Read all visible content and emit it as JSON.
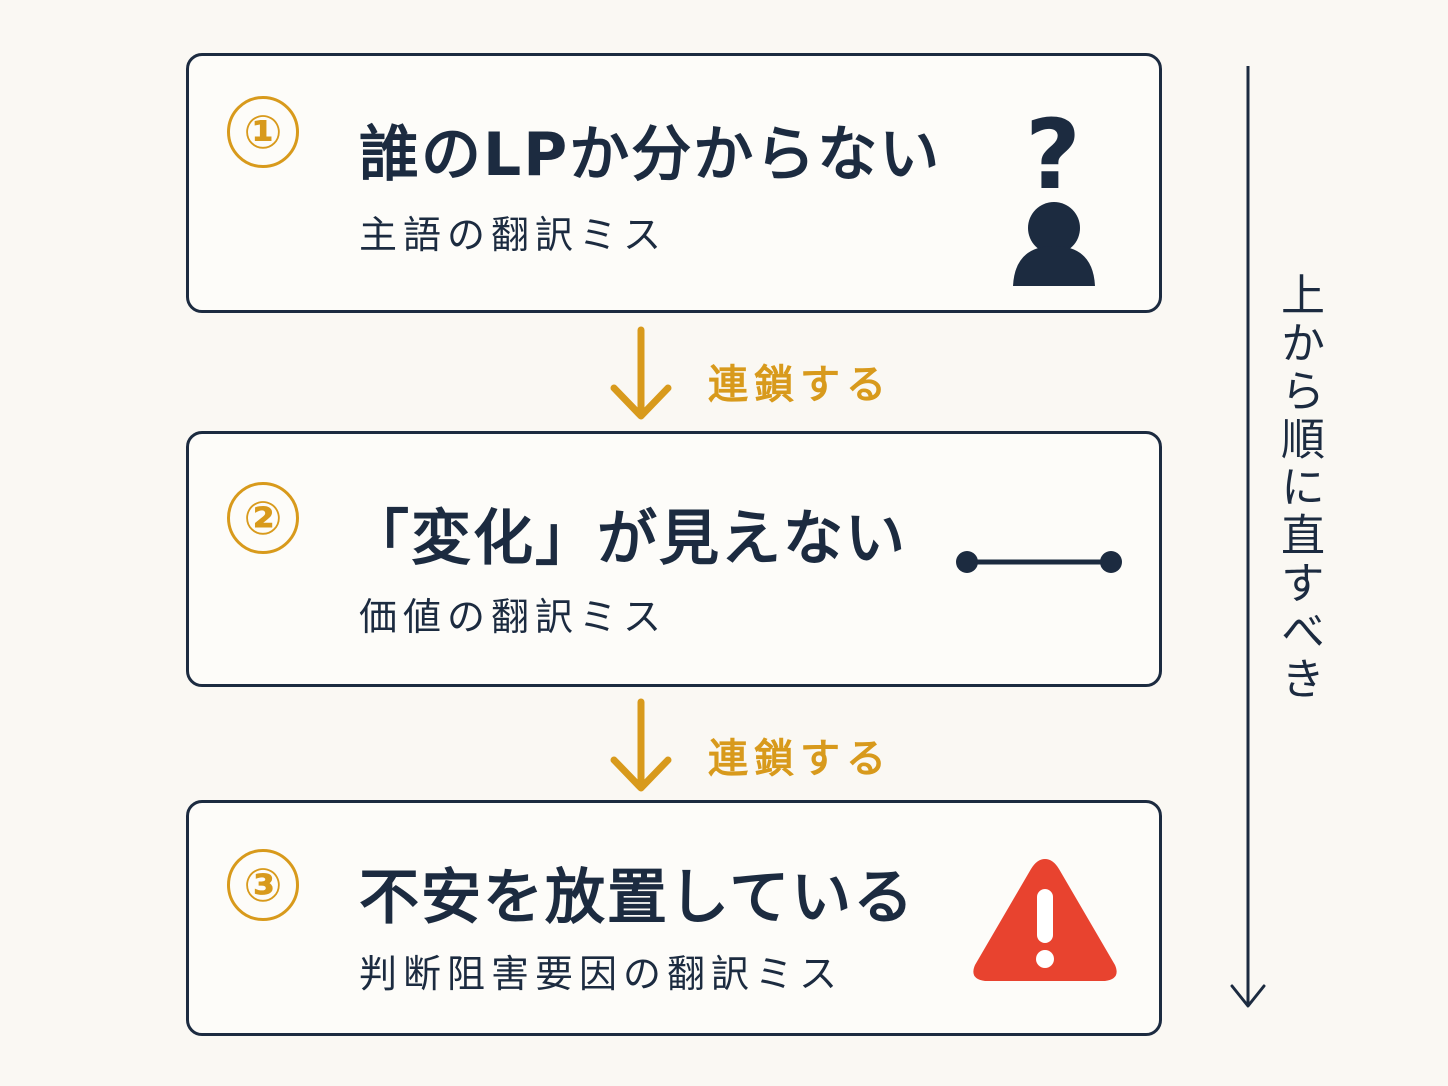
{
  "steps": [
    {
      "number": "①",
      "title": "誰のLPか分からない",
      "subtitle": "主語の翻訳ミス",
      "icon": "question-person-icon"
    },
    {
      "number": "②",
      "title": "「変化」が見えない",
      "subtitle": "価値の翻訳ミス",
      "icon": "flat-line-icon"
    },
    {
      "number": "③",
      "title": "不安を放置している",
      "subtitle": "判断阻害要因の翻訳ミス",
      "icon": "warning-icon"
    }
  ],
  "connectors": [
    {
      "label": "連鎖する"
    },
    {
      "label": "連鎖する"
    }
  ],
  "side_note": "上から順に直すべき",
  "colors": {
    "navy": "#1c2b40",
    "gold": "#d89a1c",
    "warning_red": "#e8432f",
    "background": "#faf8f3"
  }
}
